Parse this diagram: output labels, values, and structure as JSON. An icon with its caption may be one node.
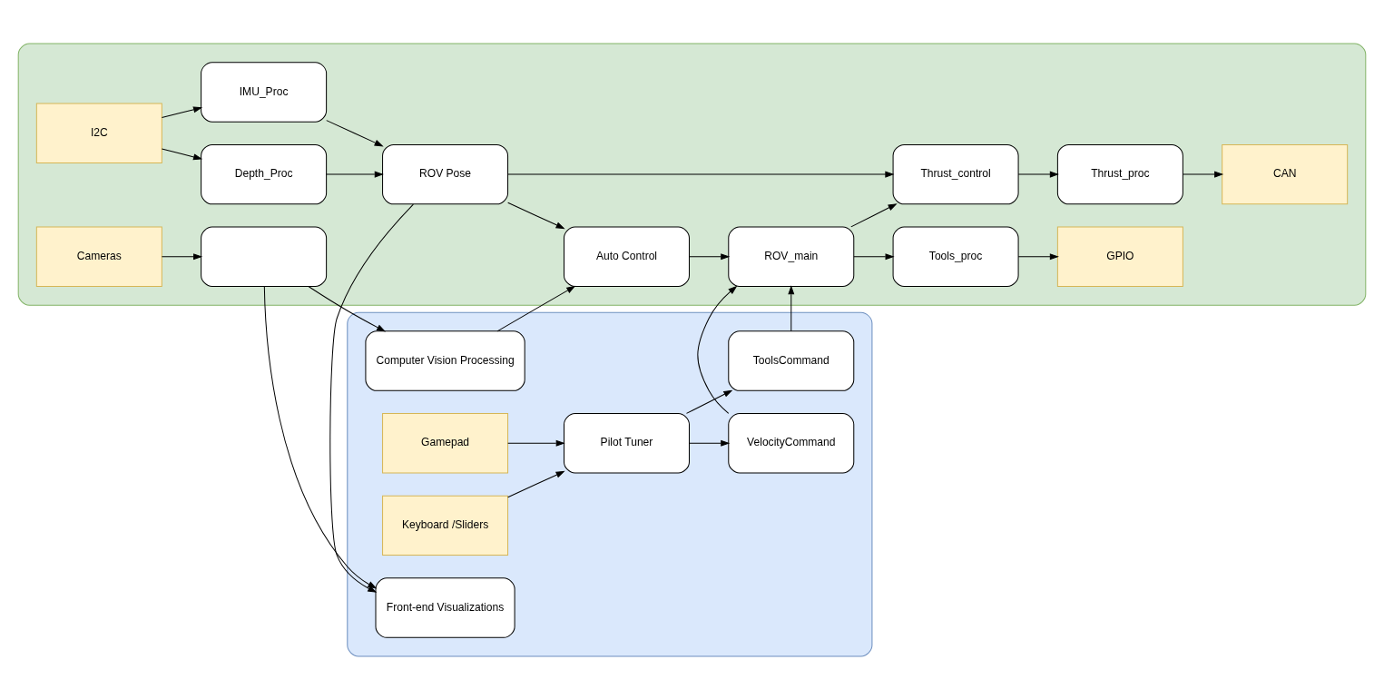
{
  "diagram": {
    "nodes": [
      {
        "text": [],
        "shape": "box"
      },
      {
        "text": [
          "Gamepad"
        ],
        "in": 0
      },
      {
        "text": [
          "VelocityCommand"
        ],
        "in": 0
      },
      {
        "text": [
          "Pilot Tuner"
        ],
        "in": 0
      },
      {
        "text": [
          "ToolsCommand"
        ],
        "in": 0
      },
      {
        "text": [
          "Keyboard /Sliders"
        ],
        "in": 0
      },
      {
        "text": [
          "Computer Vision Processing"
        ],
        "in": 0
      },
      {
        "text": [
          "Front-end Visualizations"
        ],
        "in": 0
      },
      {
        "text": [],
        "shape": "box"
      },
      {
        "text": [
          "ROV_main"
        ],
        "in": 8
      },
      {
        "text": [
          "Thrust_control"
        ],
        "in": 8
      },
      {
        "text": [
          "Thrust_proc"
        ],
        "in": 8
      },
      {
        "text": [
          "CAN"
        ],
        "in": 8
      },
      {
        "text": [
          "Auto Control"
        ],
        "in": 8
      },
      {
        "text": [
          "Tools_proc"
        ],
        "in": 8
      },
      {
        "text": [
          "GPIO"
        ],
        "in": 8
      },
      {
        "text": [
          "IMU_Proc"
        ],
        "in": 8
      },
      {
        "text": [
          "I2C"
        ],
        "in": 8
      },
      {
        "text": [
          "ROV Pose"
        ],
        "in": 8
      },
      {
        "text": [
          "Depth_Proc"
        ],
        "in": 8
      },
      {
        "text": [
          "Cameras"
        ],
        "in": 8
      },
      {
        "text": [],
        "shape": "box",
        "in": 8
      }
    ],
    "edges": [
      {
        "from": 1,
        "to": 3,
        "arrow": "to"
      },
      {
        "from": 5,
        "to": 3,
        "arrow": "to"
      },
      {
        "from": 3,
        "to": 2,
        "arrow": "to"
      },
      {
        "from": 3,
        "to": 4,
        "arrow": "to"
      },
      {
        "from": 2,
        "to": 9,
        "arrow": "to"
      },
      {
        "from": 4,
        "to": 9,
        "arrow": "to"
      },
      {
        "from": 9,
        "to": 10,
        "arrow": "to"
      },
      {
        "from": 10,
        "to": 11,
        "arrow": "to"
      },
      {
        "from": 11,
        "to": 12,
        "arrow": "to"
      },
      {
        "from": 9,
        "to": 14,
        "arrow": "to"
      },
      {
        "from": 14,
        "to": 15,
        "arrow": "to"
      },
      {
        "from": 13,
        "to": 9,
        "arrow": "to"
      },
      {
        "from": 6,
        "to": 13,
        "arrow": "to"
      },
      {
        "from": 18,
        "to": 13,
        "arrow": "to"
      },
      {
        "from": 18,
        "to": 10,
        "arrow": "to"
      },
      {
        "from": 16,
        "to": 18,
        "arrow": "to"
      },
      {
        "from": 19,
        "to": 18,
        "arrow": "to"
      },
      {
        "from": 17,
        "to": 16,
        "arrow": "to"
      },
      {
        "from": 17,
        "to": 19,
        "arrow": "to"
      },
      {
        "from": 18,
        "to": 7,
        "arrow": "to"
      },
      {
        "from": 20,
        "to": 21,
        "arrow": "to"
      },
      {
        "from": 21,
        "to": 6,
        "arrow": "to"
      },
      {
        "from": 21,
        "to": 7,
        "arrow": "to"
      }
    ]
  }
}
